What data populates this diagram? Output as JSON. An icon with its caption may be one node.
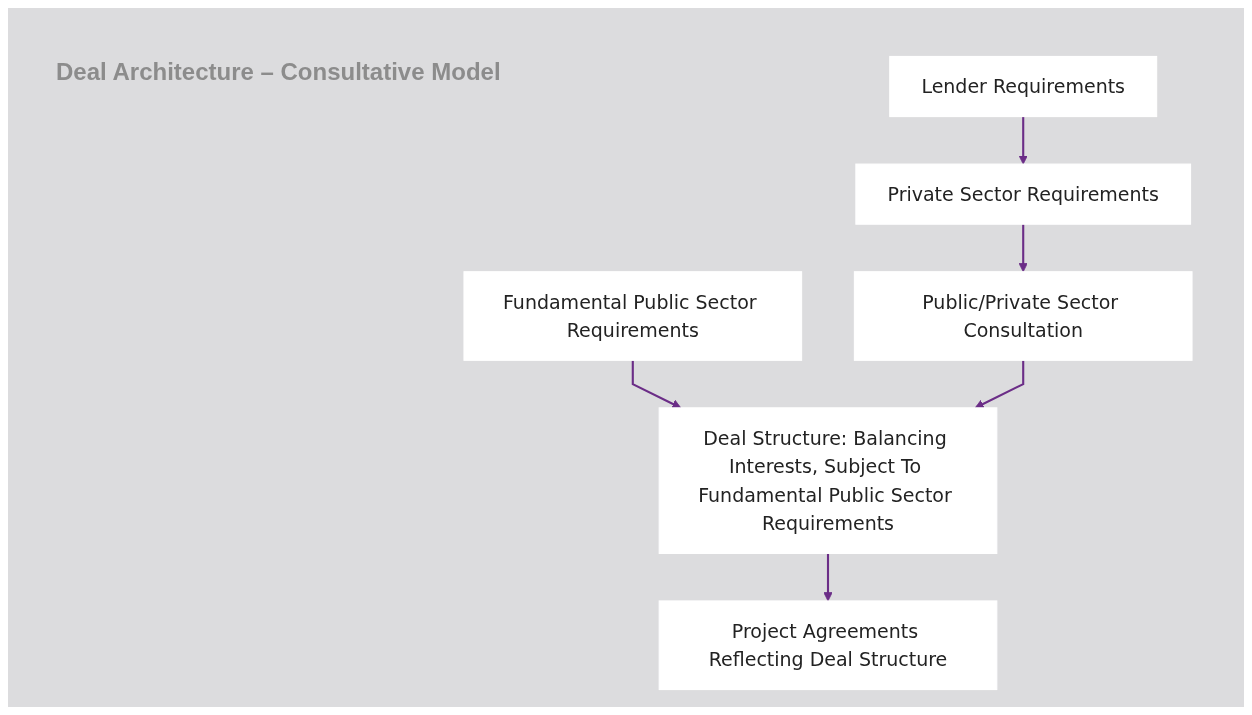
{
  "diagram": {
    "title": "Deal Architecture – Consultative Model",
    "nodes": [
      {
        "text": [
          "Fundamental Public Sector Requirements"
        ]
      },
      {
        "text": [
          "Lender Requirements"
        ]
      },
      {
        "text": [
          "Private Sector Requirements"
        ]
      },
      {
        "text": [
          "Public/Private Sector Consultation"
        ]
      },
      {
        "text": [
          "Deal Structure: Balancing Interests, Subject To Fundamental Public Sector Requirements"
        ]
      },
      {
        "text": [
          "Project Agreements Reflecting Deal Structure"
        ]
      }
    ],
    "edges": [
      {
        "from": 0,
        "to": 4,
        "arrow": "to"
      },
      {
        "from": 1,
        "to": 2,
        "arrow": "to"
      },
      {
        "from": 2,
        "to": 3,
        "arrow": "to"
      },
      {
        "from": 3,
        "to": 4,
        "arrow": "to"
      },
      {
        "from": 4,
        "to": 5,
        "arrow": "to"
      }
    ]
  }
}
